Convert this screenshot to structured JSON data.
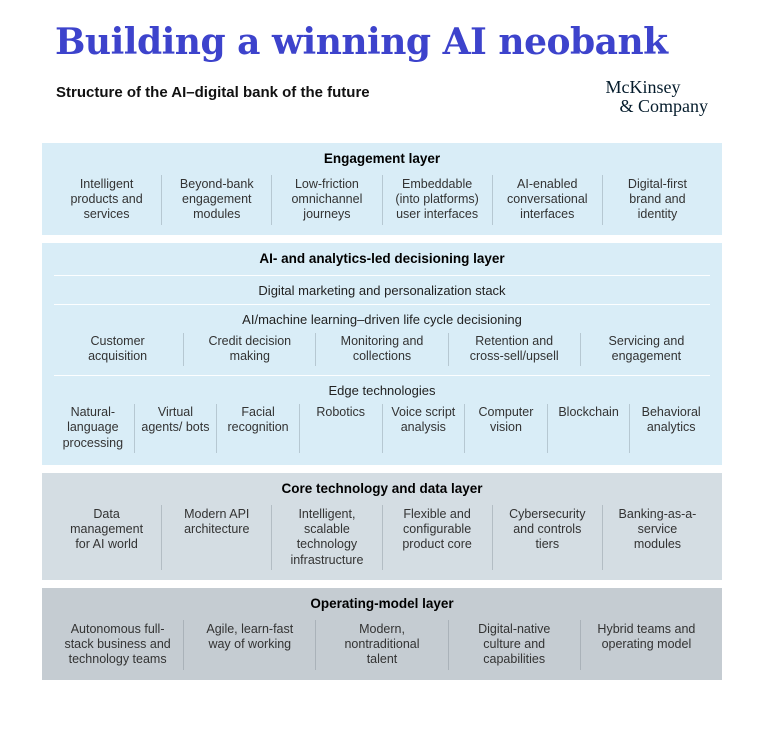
{
  "header": {
    "title": "Building a winning AI neobank",
    "subtitle": "Structure of the AI–digital bank of the future",
    "logo_line1": "McKinsey",
    "logo_line2": "& Company"
  },
  "colors": {
    "title_blue": "#3d43cc",
    "panel_light_blue": "#d9edf7",
    "panel_blue_gray": "#d4dde3",
    "panel_gray": "#c5ccd2",
    "logo_navy": "#051c2c",
    "item_text": "#333333"
  },
  "engagement": {
    "title": "Engagement layer",
    "items": [
      "Intelligent products and services",
      "Beyond-bank engagement modules",
      "Low-friction omnichannel journeys",
      "Embeddable (into platforms) user interfaces",
      "AI-enabled conversational interfaces",
      "Digital-first brand and identity"
    ]
  },
  "decisioning": {
    "title": "AI- and analytics-led decisioning layer",
    "marketing_stack": "Digital marketing and personalization stack",
    "lifecycle": {
      "title": "AI/machine learning–driven life cycle decisioning",
      "items": [
        "Customer acquisition",
        "Credit decision making",
        "Monitoring and collections",
        "Retention and cross-sell/upsell",
        "Servicing and engagement"
      ]
    },
    "edge": {
      "title": "Edge technologies",
      "items": [
        "Natural-language processing",
        "Virtual agents/ bots",
        "Facial recognition",
        "Robotics",
        "Voice script analysis",
        "Computer vision",
        "Blockchain",
        "Behavioral analytics"
      ]
    }
  },
  "core": {
    "title": "Core technology and data layer",
    "items": [
      "Data management for AI world",
      "Modern API architecture",
      "Intelligent, scalable technology infrastructure",
      "Flexible and configurable product core",
      "Cybersecurity and controls tiers",
      "Banking-as-a-service modules"
    ]
  },
  "operating": {
    "title": "Operating-model layer",
    "items": [
      "Autonomous full-stack business and technology teams",
      "Agile, learn-fast way of working",
      "Modern, nontraditional talent",
      "Digital-native culture and capabilities",
      "Hybrid teams and operating model"
    ]
  }
}
